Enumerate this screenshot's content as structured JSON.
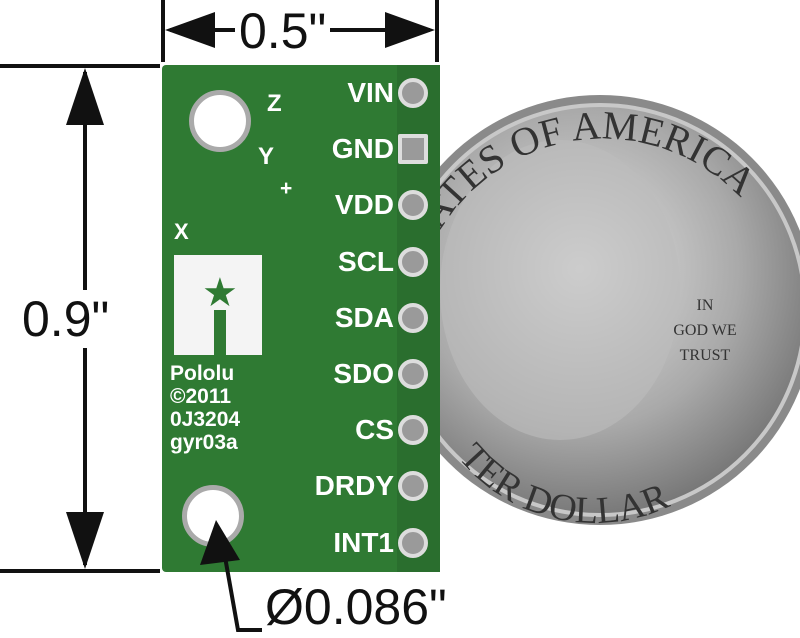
{
  "dimensions": {
    "width_label": "0.5\"",
    "height_label": "0.9\"",
    "hole_label": "Ø0.086\""
  },
  "board": {
    "color": "#2e7d32",
    "pins": [
      "VIN",
      "GND",
      "VDD",
      "SCL",
      "SDA",
      "SDO",
      "CS",
      "DRDY",
      "INT1"
    ],
    "axes": {
      "z": "Z",
      "y": "Y",
      "x": "X",
      "plus": "+"
    },
    "silkscreen": [
      "Pololu",
      "©2011",
      "0J3204",
      "gyr03a"
    ]
  },
  "coin": {
    "top_text": "ATES OF AMERICA",
    "motto": [
      "IN",
      "GOD WE",
      "TRUST"
    ],
    "bottom_text": "TER DOLLAR"
  }
}
